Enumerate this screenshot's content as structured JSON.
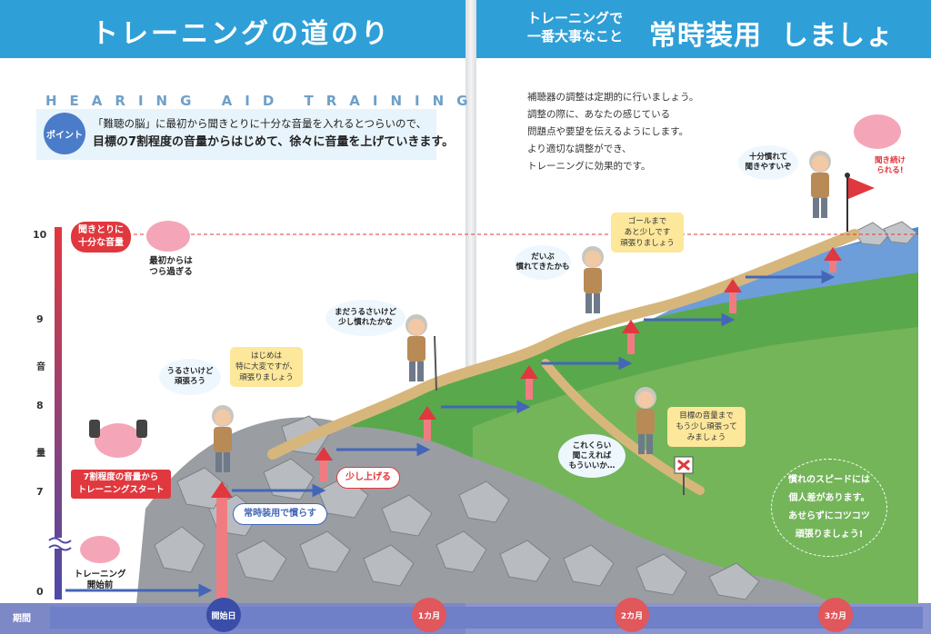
{
  "left_header": {
    "title": "トレーニングの道のり"
  },
  "right_header": {
    "small_line1": "トレーニングで",
    "small_line2": "一番大事なこと",
    "big1": "常時装用",
    "big2": "しましょう!"
  },
  "eng_title": "HEARING AID TRAINING",
  "point": {
    "badge": "ポイント",
    "line1": "「難聴の脳」に最初から聞きとりに十分な音量を入れるとつらいので、",
    "line2": "目標の7割程度の音量からはじめて、徐々に音量を上げていきます。"
  },
  "right_text": [
    "補聴器の調整は定期的に行いましょう。",
    "調整の際に、あなたの感じている",
    "問題点や要望を伝えるようにします。",
    "より適切な調整ができ、",
    "トレーニングに効果的です。"
  ],
  "axis": {
    "kanji": [
      "音",
      "量"
    ],
    "ticks": [
      "10",
      "9",
      "8",
      "7",
      "0"
    ]
  },
  "callouts": {
    "top_red": "聞きとりに\n十分な音量",
    "top_brain_label": "最初からは\nつら過ぎる",
    "start_red": "7割程度の音量から\nトレーニングスタート",
    "before_label": "トレーニング\n開始前",
    "raise_tag": "少し上げる",
    "always_pill": "常時装用で慣らす"
  },
  "bubbles": {
    "b1": "うるさいけど\n頑張ろう",
    "b2": "まだうるさいけど\n少し慣れたかな",
    "b3": "だいぶ\n慣れてきたかも",
    "b4": "これくらい\n聞こえれば\nもういいか…",
    "b5": "十分慣れて\n聞きやすいぞ",
    "b6": "聞き続け\nられる!"
  },
  "yellow_boxes": {
    "y1": "はじめは\n特に大変ですが、\n頑張りましょう",
    "y2": "ゴールまで\nあと少しです\n頑張りましょう",
    "y3": "目標の音量まで\nもう少し頑張って\nみましょう"
  },
  "dash_note": "慣れのスピードには\n個人差があります。\nあせらずにコツコツ\n頑張りましょう!",
  "timeline": {
    "label": "期間",
    "markers": [
      "開始日",
      "1カ月",
      "2カ月",
      "3カ月"
    ]
  },
  "colors": {
    "header": "#2f9fd7",
    "red": "#e0383e",
    "blue": "#4466b8",
    "timeline": "#5a6fc0"
  }
}
